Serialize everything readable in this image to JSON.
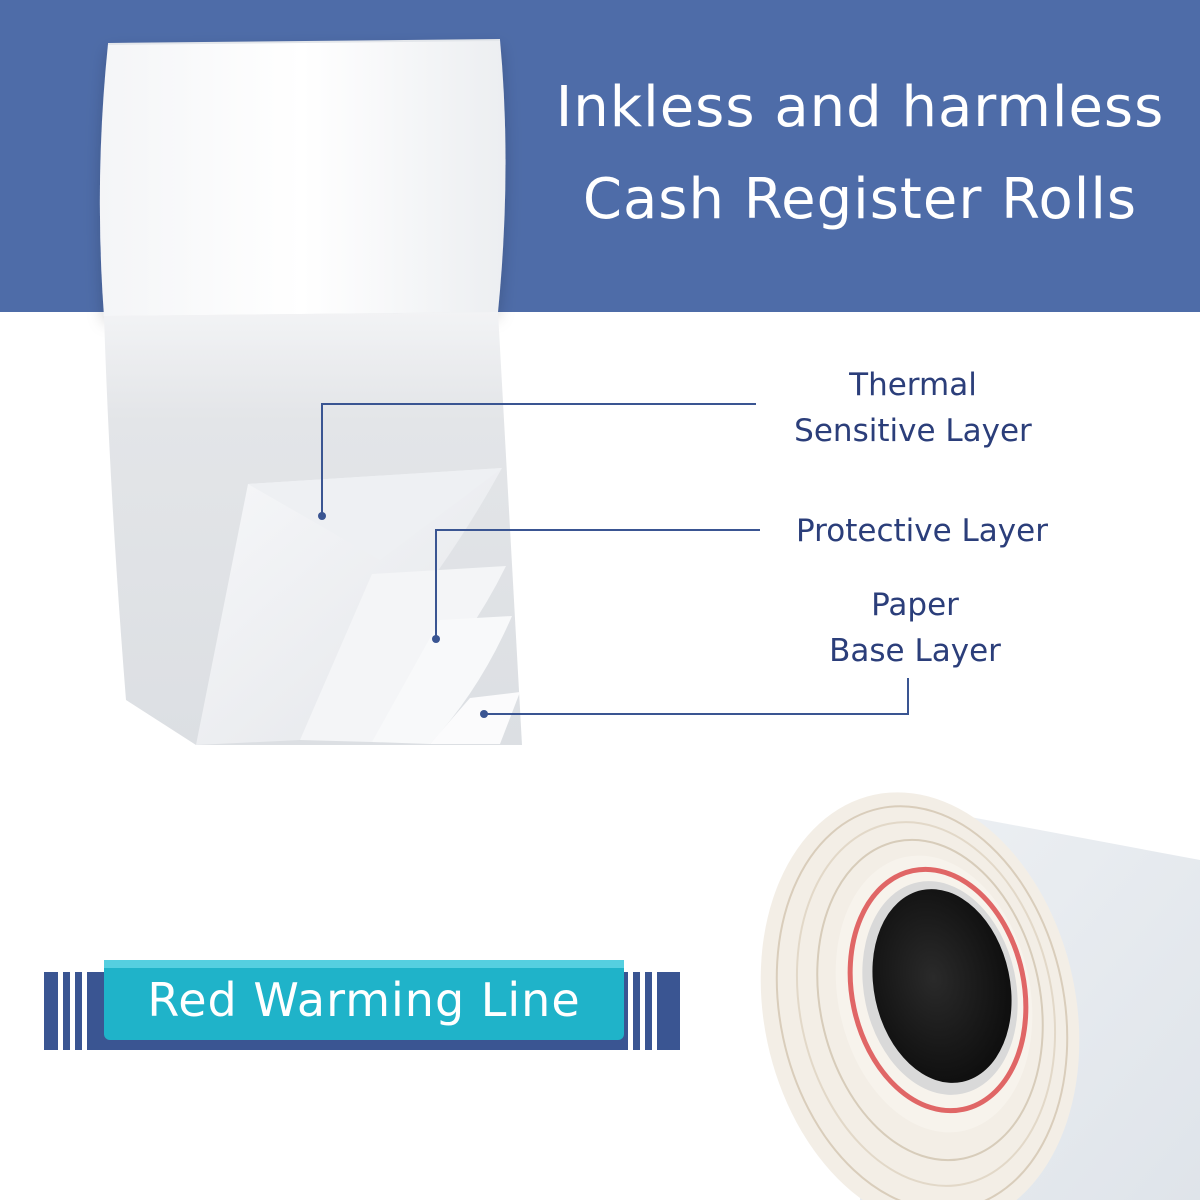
{
  "headline": {
    "line1": "Inkless and harmless",
    "line2": "Cash Register Rolls"
  },
  "layers": {
    "thermal_line1": "Thermal",
    "thermal_line2": "Sensitive Layer",
    "protective": "Protective Layer",
    "paper_line1": "Paper",
    "paper_line2": "Base Layer"
  },
  "badge": {
    "text": "Red Warming Line"
  },
  "colors": {
    "banner": "#4e6ca8",
    "callout_line": "#3a5592",
    "badge": "#1fb3c9",
    "warning_line": "#e06666"
  }
}
